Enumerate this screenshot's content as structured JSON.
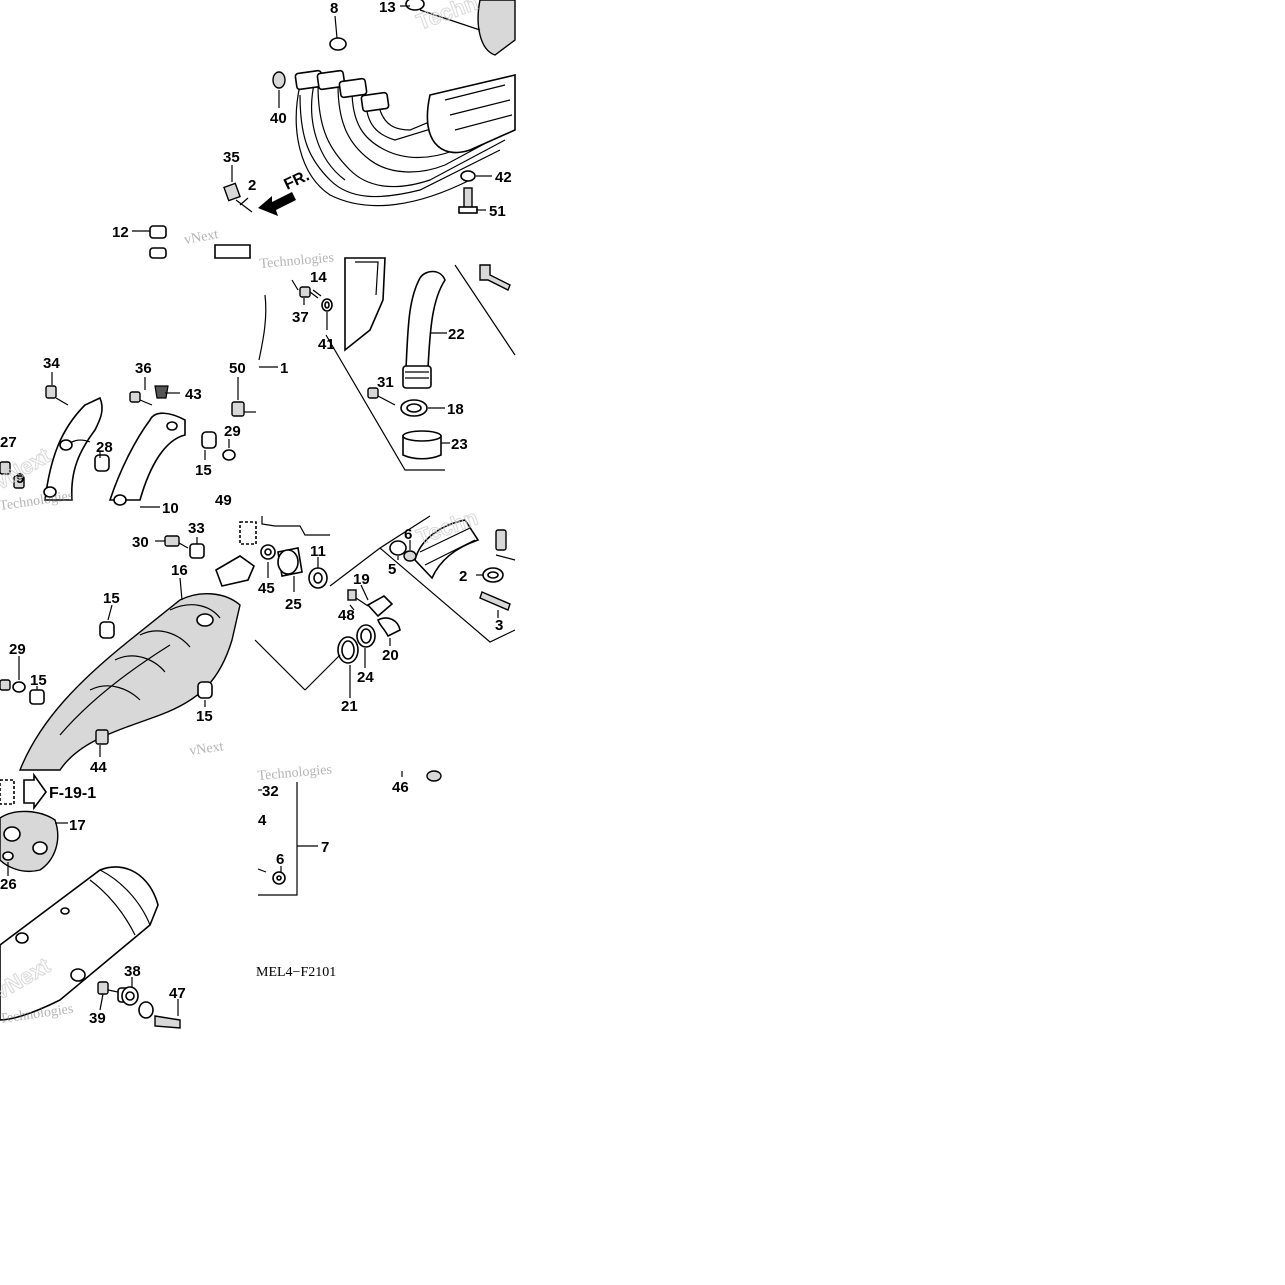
{
  "callouts": {
    "c8": "8",
    "c13": "13",
    "c40": "40",
    "c42": "42",
    "c51": "51",
    "c35": "35",
    "c2a": "2",
    "c12": "12",
    "c14": "14",
    "c37": "37",
    "c41": "41",
    "c22": "22",
    "c1": "1",
    "c31": "31",
    "c18": "18",
    "c23": "23",
    "c34": "34",
    "c36": "36",
    "c43": "43",
    "c50": "50",
    "c27": "27",
    "c28": "28",
    "c29a": "29",
    "c15a": "15",
    "c9": "9",
    "c10": "10",
    "c49": "49",
    "c30": "30",
    "c33": "33",
    "c16": "16",
    "c11": "11",
    "c6a": "6",
    "c5": "5",
    "c19": "19",
    "c2b": "2",
    "c45": "45",
    "c25": "25",
    "c48": "48",
    "c3": "3",
    "c15b": "15",
    "c20": "20",
    "c24": "24",
    "c29b": "29",
    "c15c": "15",
    "c15d": "15",
    "c21": "21",
    "c44": "44",
    "c46": "46",
    "c32": "32",
    "c4": "4",
    "c7": "7",
    "c17": "17",
    "c6b": "6",
    "c26": "26",
    "c38": "38",
    "c47": "47",
    "c39": "39"
  },
  "direction_label": "FR.",
  "reference_arrow": "F-19-1",
  "diagram_code": "MEL4−F2101",
  "watermarks": {
    "w1": "vNext",
    "w2": "Technologies",
    "w3": "Techn"
  },
  "icons": {
    "front_arrow": "front-direction-arrow-icon",
    "ref_arrow": "reference-arrow-icon"
  }
}
